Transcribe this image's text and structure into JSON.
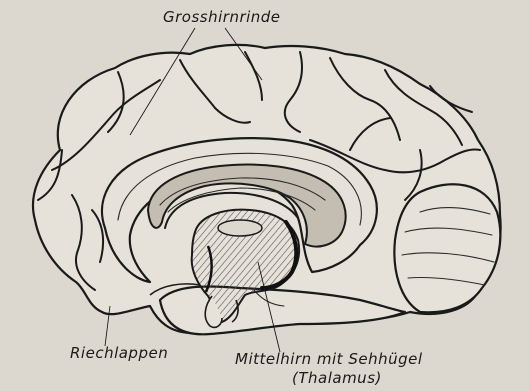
{
  "labels": {
    "cortex": "Grosshirnrinde",
    "olfactory": "Riechlappen",
    "midbrain_line1": "Mittelhirn mit Sehhügel",
    "midbrain_line2": "(Thalamus)"
  },
  "colors": {
    "background": "#dcd8cf",
    "ink": "#1a1a1a",
    "hatch": "#555555"
  }
}
